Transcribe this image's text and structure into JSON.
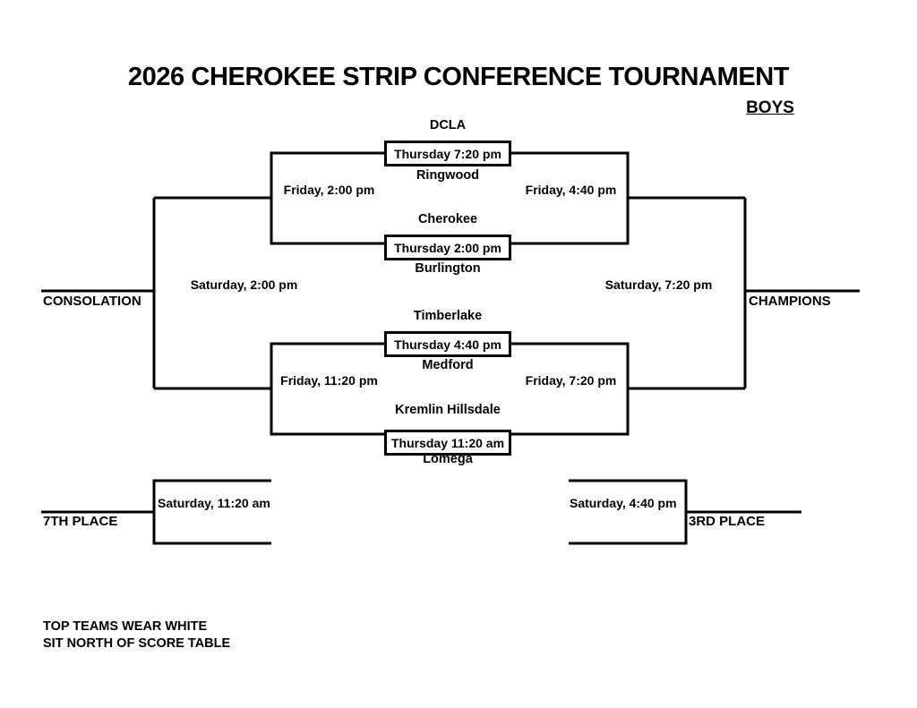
{
  "header": {
    "title": "2026 CHEROKEE STRIP CONFERENCE TOURNAMENT",
    "division": "BOYS"
  },
  "bracket": {
    "type": "single-elimination-8-team",
    "quarterfinals": [
      {
        "id": "qf1",
        "top_team": "DCLA",
        "bottom_team": "Ringwood",
        "time": "Thursday 7:20 pm"
      },
      {
        "id": "qf2",
        "top_team": "Cherokee",
        "bottom_team": "Burlington",
        "time": "Thursday 2:00 pm"
      },
      {
        "id": "qf3",
        "top_team": "Timberlake",
        "bottom_team": "Medford",
        "time": "Thursday 4:40 pm"
      },
      {
        "id": "qf4",
        "top_team": "Kremlin Hillsdale",
        "bottom_team": "Lomega",
        "time": "Thursday 11:20 am"
      }
    ],
    "losers_semifinals": [
      {
        "id": "ls-top",
        "time": "Friday, 2:00 pm"
      },
      {
        "id": "ls-bottom",
        "time": "Friday, 11:20 pm"
      }
    ],
    "winners_semifinals": [
      {
        "id": "ws-top",
        "time": "Friday, 4:40 pm"
      },
      {
        "id": "ws-bottom",
        "time": "Friday, 7:20 pm"
      }
    ],
    "consolation_final": {
      "time": "Saturday, 2:00 pm",
      "label": "CONSOLATION"
    },
    "championship_final": {
      "time": "Saturday, 7:20 pm",
      "label": "CHAMPIONS"
    },
    "seventh_place": {
      "time": "Saturday, 11:20 am",
      "label": "7TH PLACE"
    },
    "third_place": {
      "time": "Saturday, 4:40 pm",
      "label": "3RD PLACE"
    }
  },
  "footer": {
    "note": "TOP TEAMS WEAR WHITE\nSIT NORTH OF SCORE TABLE"
  },
  "style": {
    "line_color": "#000000",
    "background": "#ffffff"
  }
}
